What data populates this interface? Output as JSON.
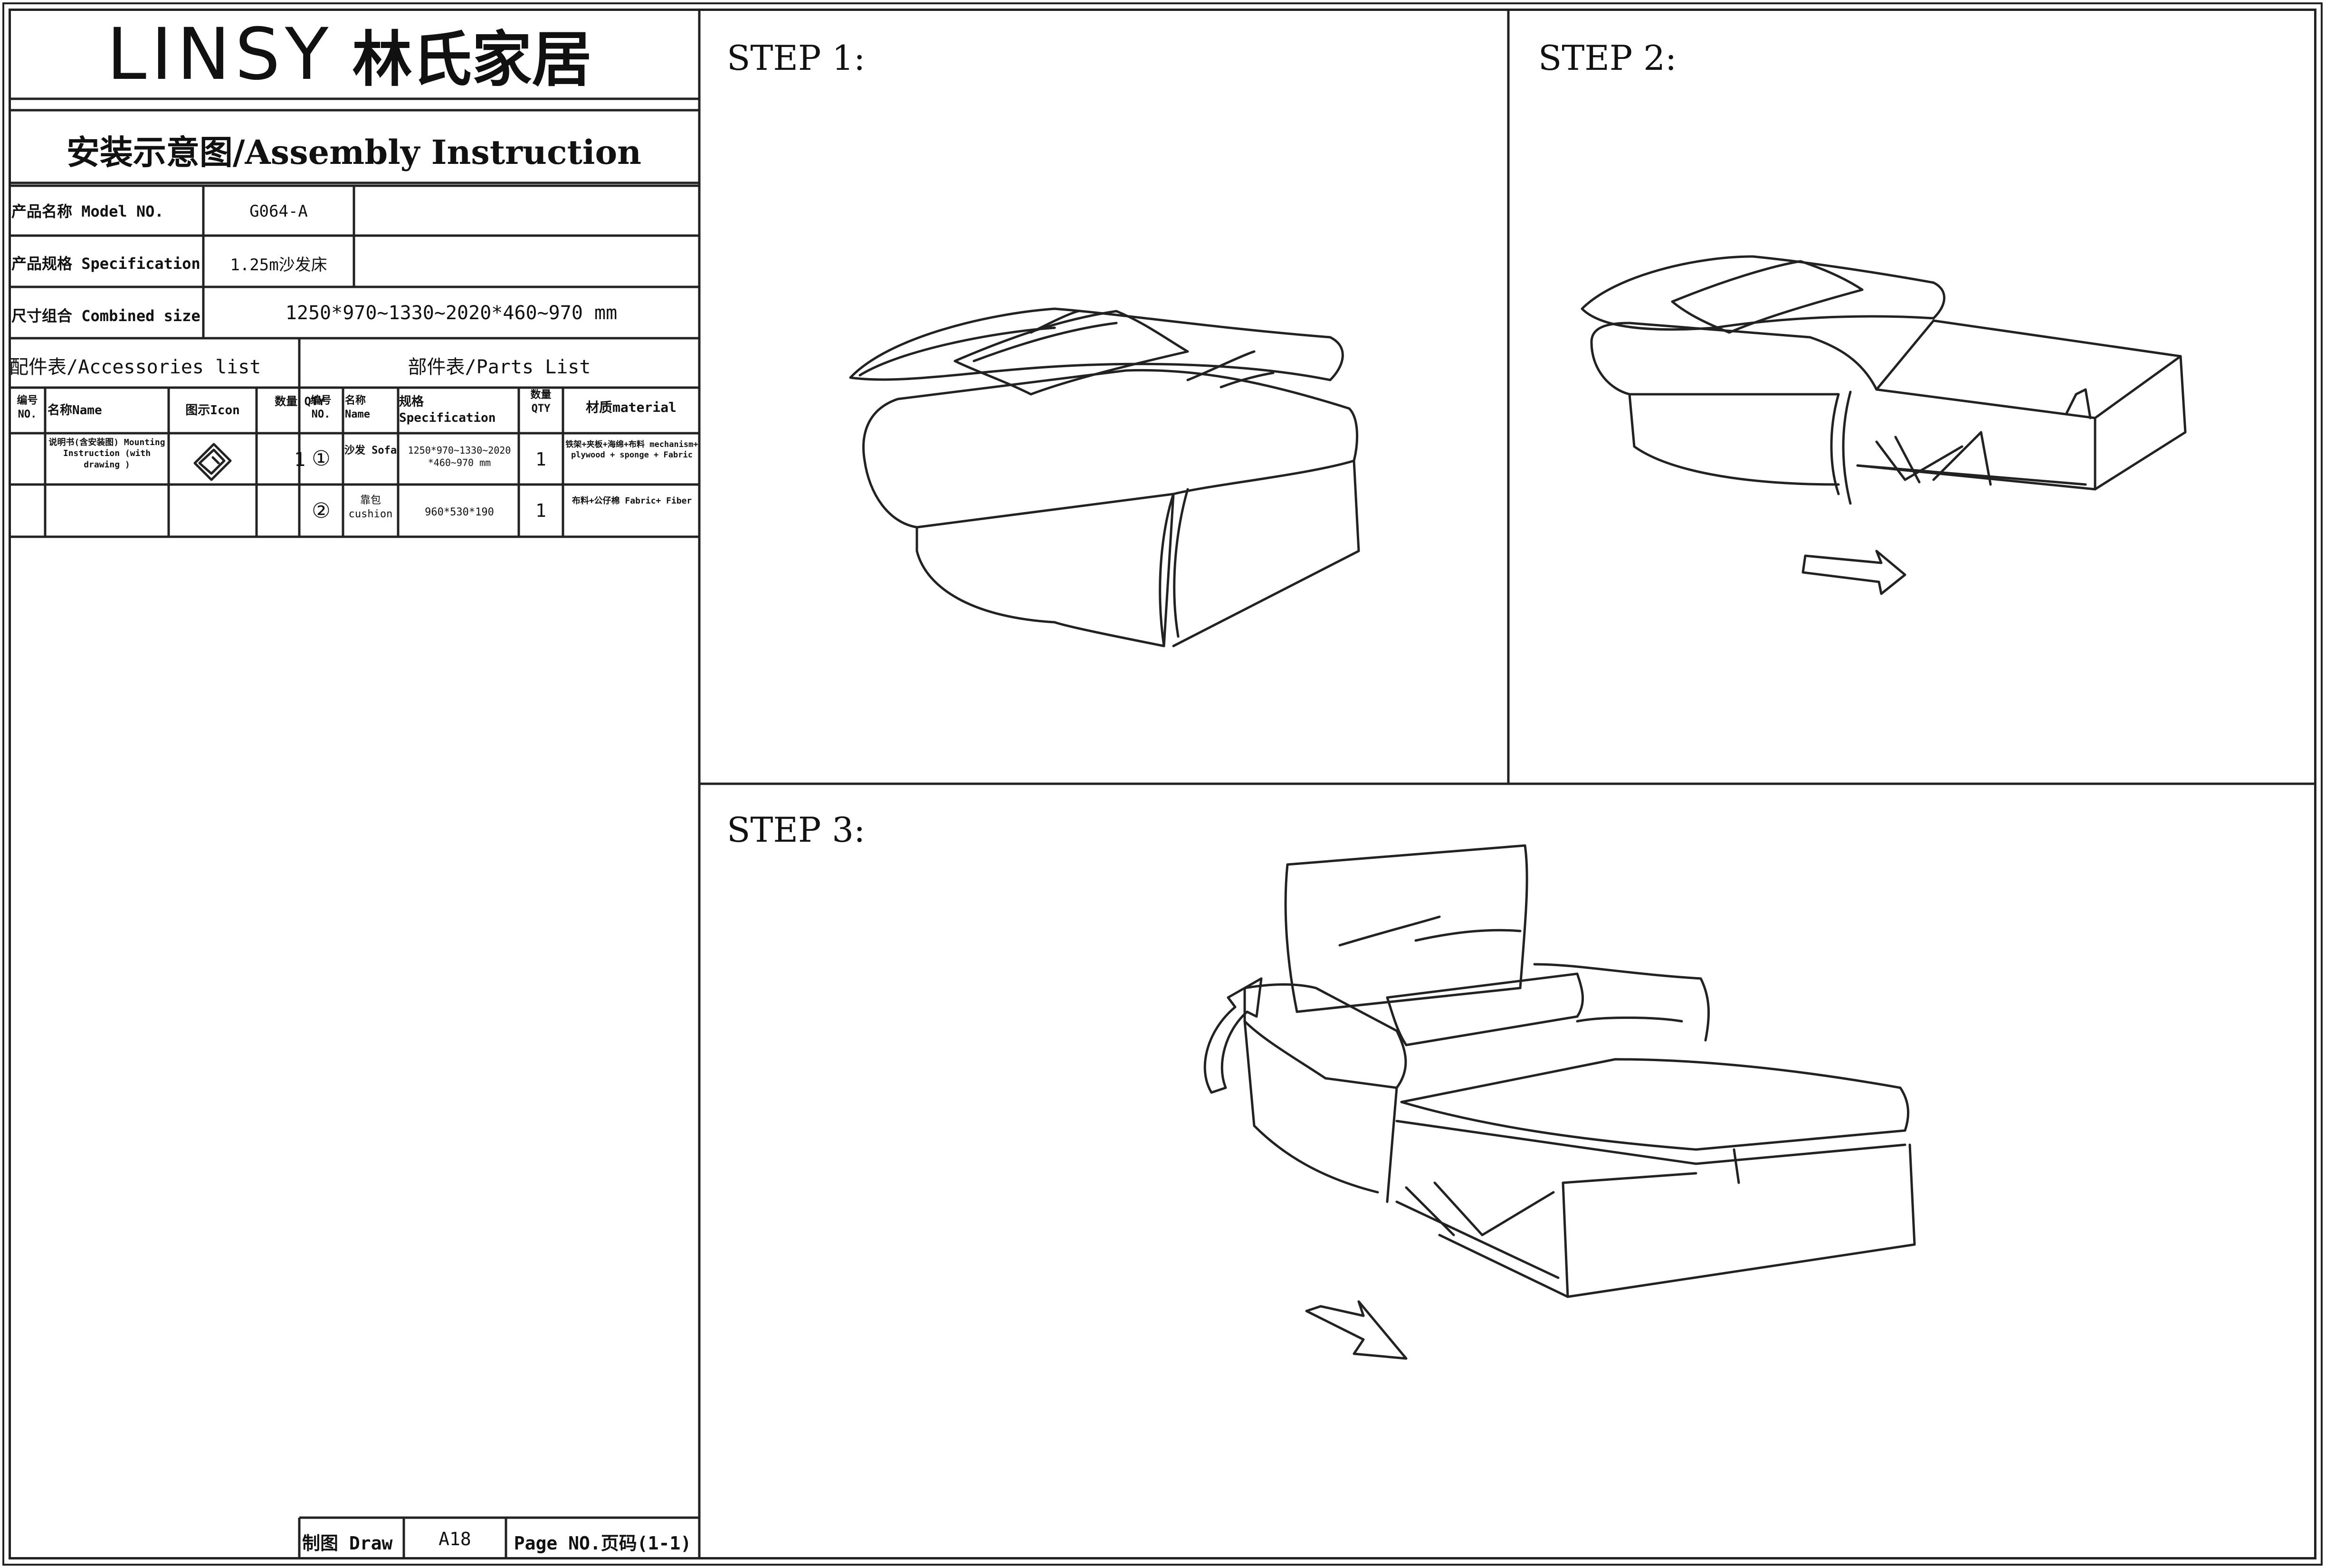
{
  "brand": {
    "latin": "LINSY",
    "chinese": "林氏家居"
  },
  "title": "安装示意图/Assembly Instruction",
  "info": {
    "model_label": "产品名称 Model NO.",
    "model_value": "G064-A",
    "spec_label": "产品规格 Specification",
    "spec_value": "1.25m沙发床",
    "size_label": "尺寸组合 Combined size",
    "size_value": "1250*970~1330~2020*460~970 mm"
  },
  "accessories": {
    "heading": "配件表/Accessories list",
    "col_no": "编号 NO.",
    "col_name": "名称Name",
    "col_icon": "图示Icon",
    "col_qty": "数量 QTY",
    "row1": {
      "name": "说明书(含安装图) Mounting Instruction (with drawing )",
      "qty": "1"
    }
  },
  "parts": {
    "heading": "部件表/Parts List",
    "col_no": "编号 NO.",
    "col_name": "名称 Name",
    "col_spec": "规格 Specification",
    "col_qty": "数量 QTY",
    "col_material": "材质material",
    "rows": [
      {
        "no": "①",
        "name": "沙发 Sofa",
        "spec": "1250*970~1330~2020 *460~970 mm",
        "qty": "1",
        "material": "铁架+夹板+海绵+布料 mechanism+ plywood + sponge + Fabric"
      },
      {
        "no": "②",
        "name": "靠包 cushion",
        "spec": "960*530*190",
        "qty": "1",
        "material": "布料+公仔棉 Fabric+ Fiber"
      }
    ]
  },
  "footer": {
    "draw_label": "制图 Draw",
    "draw_value": "A18",
    "page_label": "Page NO.页码(1-1)"
  },
  "steps": {
    "step1": "STEP 1:",
    "step2": "STEP 2:",
    "step3": "STEP 3:"
  }
}
